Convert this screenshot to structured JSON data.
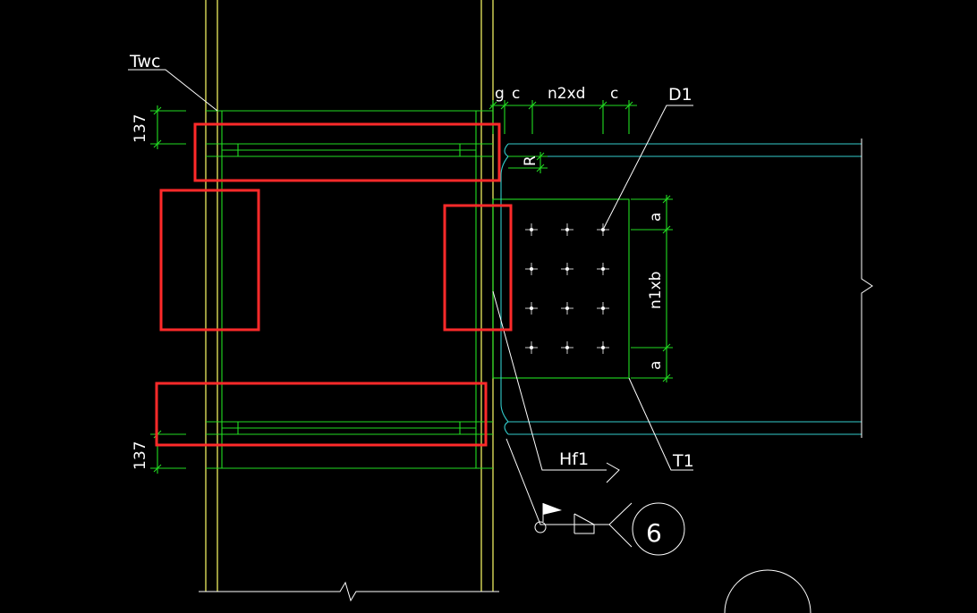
{
  "labels": {
    "twc": "Twc",
    "d1": "D1",
    "t1": "T1",
    "hf1": "Hf1",
    "detail_number": "6"
  },
  "dimensions": {
    "top_stiffener_gap": "137",
    "bottom_stiffener_gap": "137",
    "g": "g",
    "c_left": "c",
    "n2xd": "n2xd",
    "c_right": "c",
    "r": "R",
    "a_top": "a",
    "n1xb": "n1xb",
    "a_bottom": "a"
  },
  "bolt_grid": {
    "rows": 4,
    "cols": 3
  },
  "colors": {
    "background": "#000000",
    "column_lines": "#ffff66",
    "stiffener_lines": "#22dd22",
    "beam_lines": "#33cccc",
    "annotation_lines": "#ffffff",
    "highlight_boxes": "#ff2a2a"
  }
}
